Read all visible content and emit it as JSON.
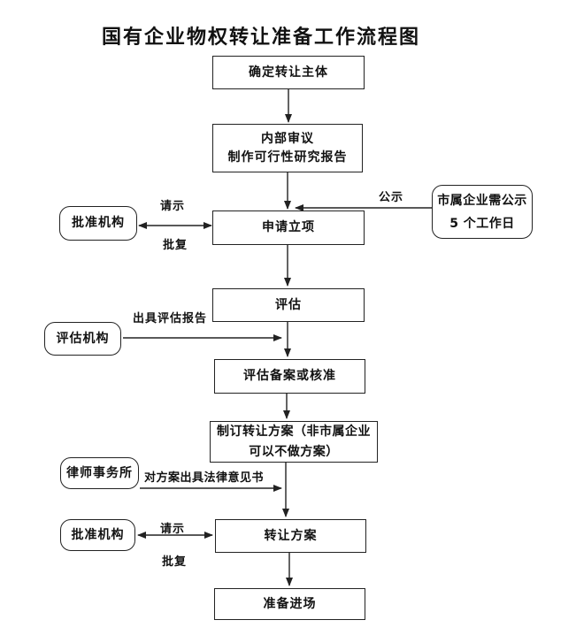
{
  "title": "国有企业物权转让准备工作流程图",
  "flow": {
    "step1": "确定转让主体",
    "step2_line1": "内部审议",
    "step2_line2": "制作可行性研究报告",
    "step3": "申请立项",
    "step4": "评估",
    "step5": "评估备案或核准",
    "step6_line1": "制订转让方案（非市属企业",
    "step6_line2": "可以不做方案）",
    "step7": "转让方案",
    "step8": "准备进场"
  },
  "side_nodes": {
    "approval_1": "批准机构",
    "notice_line1": "市属企业需公示",
    "notice_line2": "5 个工作日",
    "appraisal_agency": "评估机构",
    "law_firm": "律师事务所",
    "approval_2": "批准机构"
  },
  "edge_labels": {
    "request_1": "请示",
    "reply_1": "批复",
    "publicity": "公示",
    "appraisal_report": "出具评估报告",
    "legal_opinion": "对方案出具法律意见书",
    "request_2": "请示",
    "reply_2": "批复"
  },
  "colors": {
    "line": "#222222",
    "text": "#111111",
    "background": "#ffffff"
  }
}
